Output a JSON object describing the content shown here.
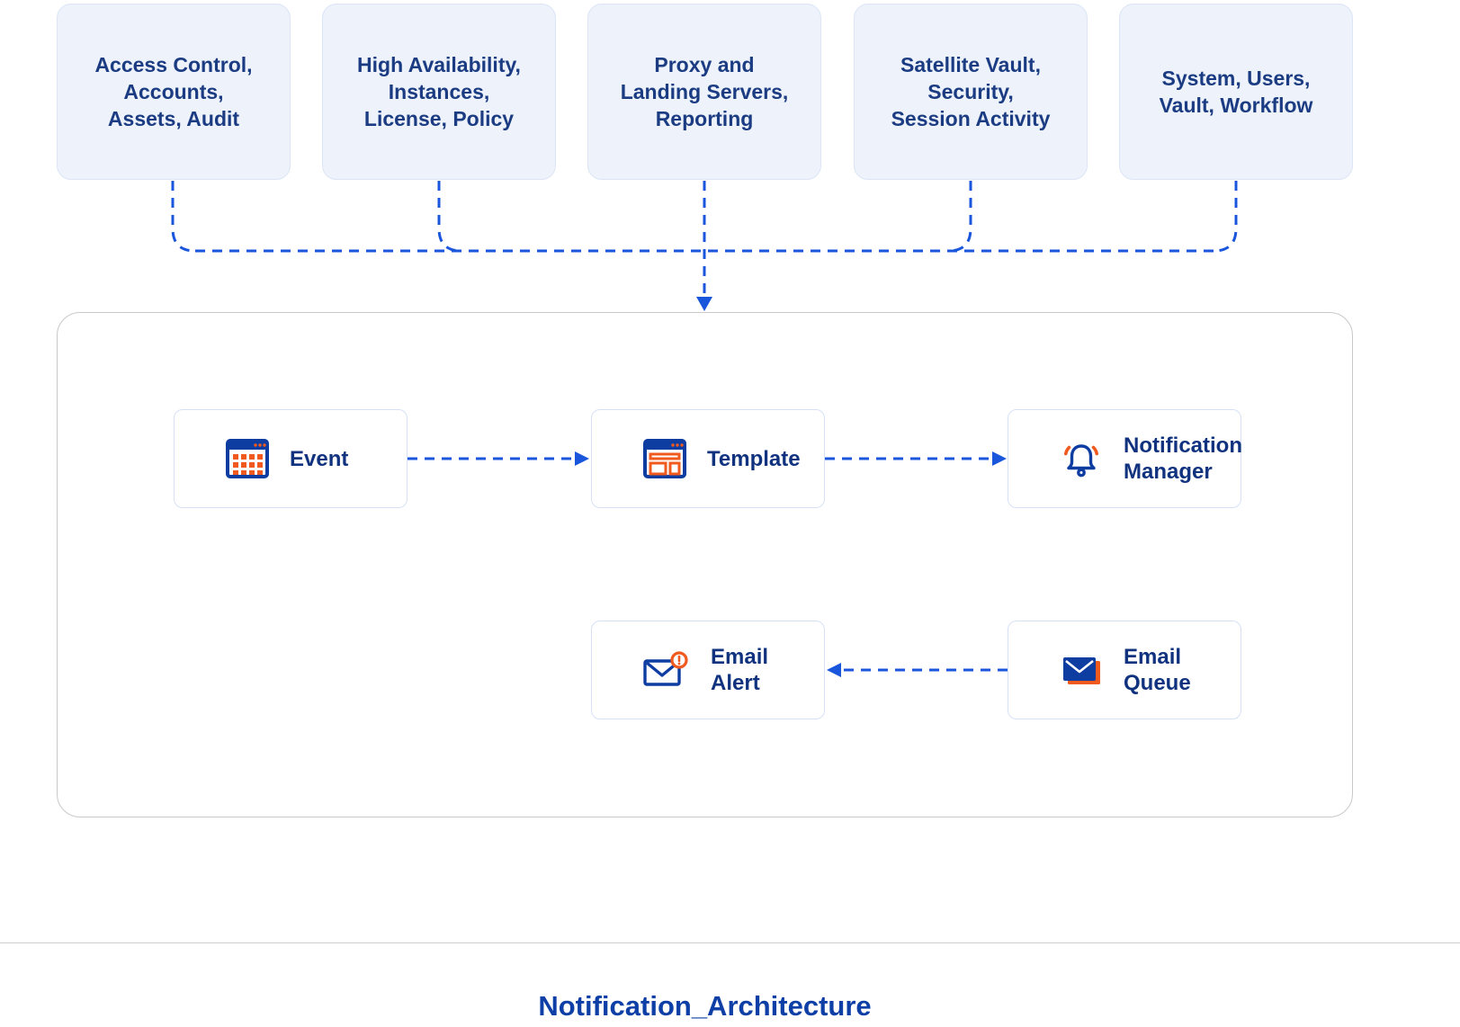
{
  "diagram": {
    "title": "Notification_Architecture",
    "colors": {
      "connector_blue": "#1a56db",
      "group_fill": "#edf2fb",
      "group_border": "#dce5f6",
      "group_text": "#1b3c82",
      "card_border": "#d7e1f6",
      "card_text": "#11337f",
      "container_border": "#c9c9c9",
      "icon_blue": "#0e3da2",
      "icon_orange": "#f05a1e",
      "title_blue": "#0d3fa6",
      "divider_gray": "#cdcdcd"
    },
    "top_groups": [
      {
        "label": "Access Control,\nAccounts,\nAssets, Audit"
      },
      {
        "label": "High Availability,\nInstances,\nLicense, Policy"
      },
      {
        "label": "Proxy and\nLanding Servers,\nReporting"
      },
      {
        "label": "Satellite Vault,\nSecurity,\nSession Activity"
      },
      {
        "label": "System, Users,\nVault, Workflow"
      }
    ],
    "nodes": [
      {
        "id": "event",
        "label": "Event",
        "icon": "calendar-grid-icon"
      },
      {
        "id": "template",
        "label": "Template",
        "icon": "browser-template-icon"
      },
      {
        "id": "notification-manager",
        "label": "Notification\nManager",
        "icon": "bell-icon"
      },
      {
        "id": "email-alert",
        "label": "Email\nAlert",
        "icon": "envelope-alert-icon"
      },
      {
        "id": "email-queue",
        "label": "Email\nQueue",
        "icon": "envelope-stack-icon"
      }
    ],
    "edges": [
      {
        "from": "top-groups",
        "to": "flow-container",
        "style": "dashed-arrow-down"
      },
      {
        "from": "event",
        "to": "template",
        "style": "dashed-arrow-right"
      },
      {
        "from": "template",
        "to": "notification-manager",
        "style": "dashed-arrow-right"
      },
      {
        "from": "email-queue",
        "to": "email-alert",
        "style": "dashed-arrow-left"
      }
    ]
  }
}
